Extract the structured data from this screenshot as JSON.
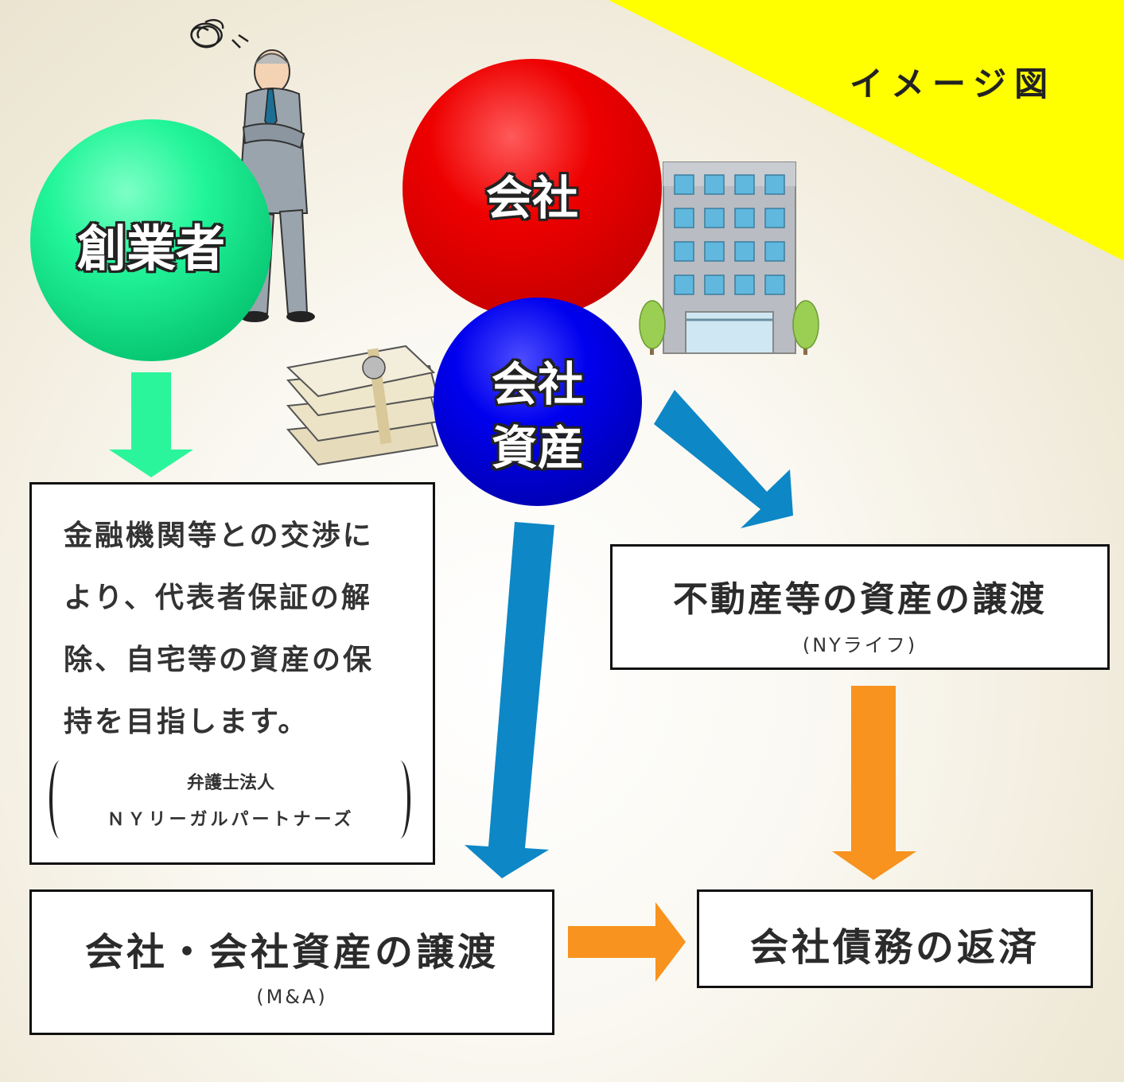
{
  "tag": "イメージ図",
  "nodes": {
    "founder": "創業者",
    "company": "会社",
    "company_assets": [
      "会社",
      "資産"
    ]
  },
  "boxes": {
    "founder_note": {
      "lines": [
        "金融機関等との交渉に",
        "より、代表者保証の解",
        "除、自宅等の資産の保",
        "持を目指します。"
      ],
      "law_firm": [
        "弁護士法人",
        "ＮＹリーガルパートナーズ"
      ]
    },
    "real_estate": {
      "title": "不動産等の資産の譲渡",
      "sub": "(NYライフ)"
    },
    "ma": {
      "title": "会社・会社資産の譲渡",
      "sub": "(M&A)"
    },
    "repay": {
      "title": "会社債務の返済"
    }
  },
  "colors": {
    "yellow": "#ffff00",
    "founder": "#22f59a",
    "company": "#ee0000",
    "assets": "#0000ee",
    "blue_arrow": "#0d87c6",
    "orange_arrow": "#f7931e"
  },
  "icons": [
    "worried-businessman-icon",
    "office-building-icon",
    "money-bundle-icon",
    "tree-icon"
  ]
}
